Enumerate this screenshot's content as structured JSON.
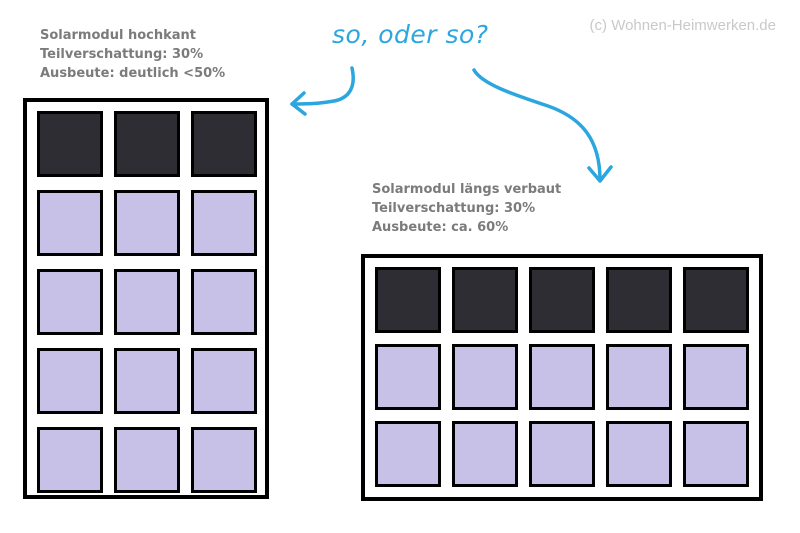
{
  "watermark": "(c) Wohnen-Heimwerken.de",
  "handwritten_note": "so, oder so?",
  "colors": {
    "cell_shaded": "#2e2d33",
    "cell_lit": "#c7c1e8",
    "frame": "#000000",
    "caption_text": "#7b7b7b",
    "note_and_arrows": "#2ba6de",
    "watermark": "#c9c9c9"
  },
  "modules": [
    {
      "orientation": "portrait",
      "caption": [
        "Solarmodul hochkant",
        "Teilverschattung: 30%",
        "Ausbeute: deutlich <50%"
      ],
      "rows": 5,
      "columns": 3,
      "shaded_rows": 1
    },
    {
      "orientation": "landscape",
      "caption": [
        "Solarmodul  längs verbaut",
        "Teilverschattung: 30%",
        "Ausbeute: ca. 60%"
      ],
      "rows": 3,
      "columns": 5,
      "shaded_rows": 1
    }
  ]
}
